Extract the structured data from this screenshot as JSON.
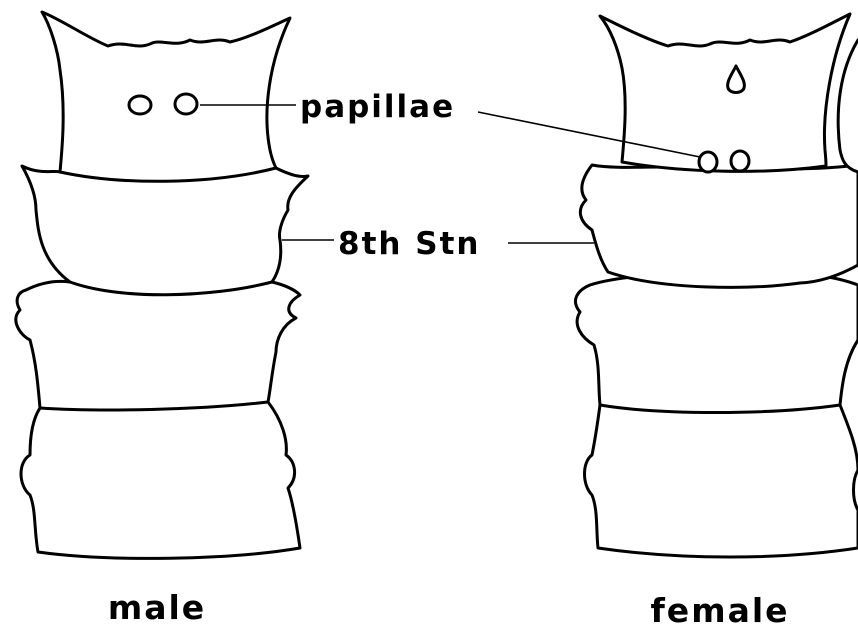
{
  "figure": {
    "labels": {
      "papillae": "papillae",
      "eighth_sternite": "8th Stn",
      "male": "male",
      "female": "female"
    },
    "colors": {
      "ink": "#000000",
      "paper": "#ffffff"
    }
  }
}
